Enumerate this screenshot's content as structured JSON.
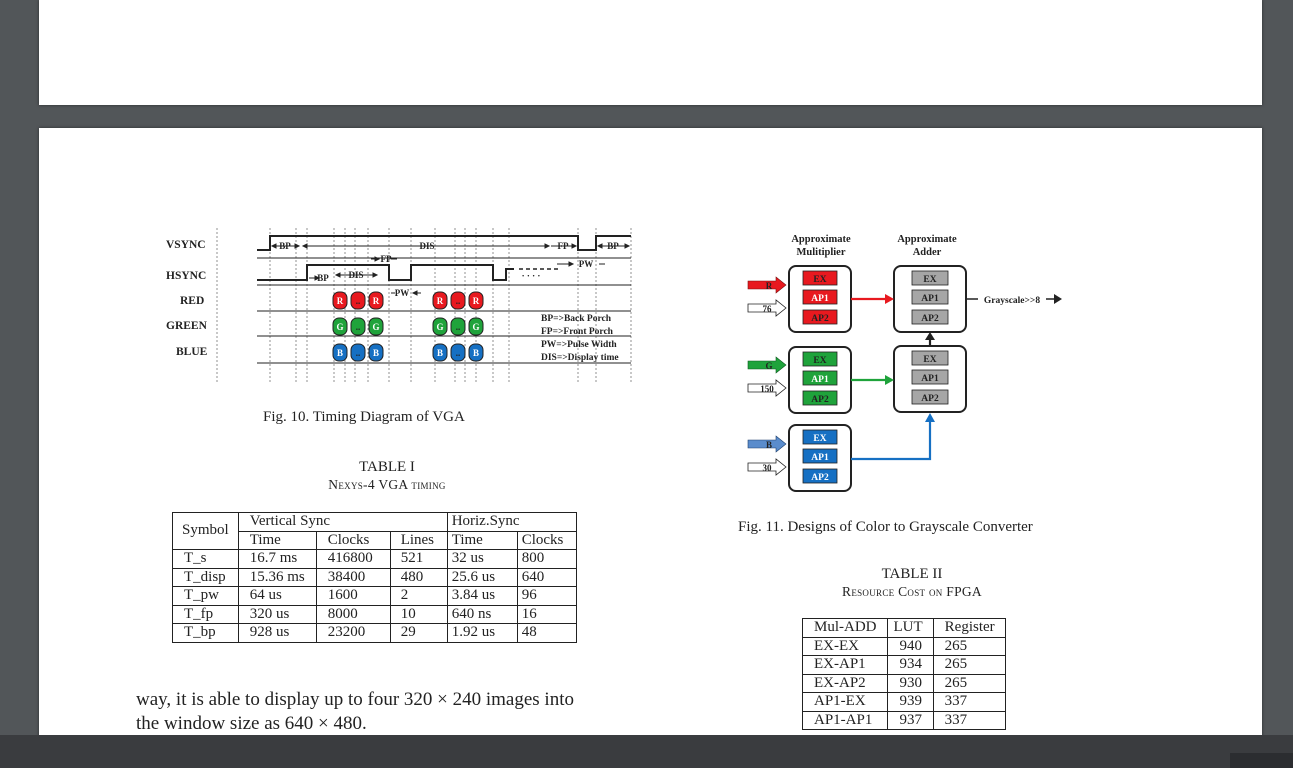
{
  "fig10": {
    "signals": [
      "VSYNC",
      "HSYNC",
      "RED",
      "GREEN",
      "BLUE"
    ],
    "annotations": {
      "bp": "BP",
      "dis": "DIS",
      "fp": "FP",
      "pw": "PW",
      "dots": "· · · ·"
    },
    "pixels": {
      "red": "R",
      "green": "G",
      "blue": "B",
      "gap": ".."
    },
    "legend": [
      "BP=>Back Porch",
      "FP=>Front Porch",
      "PW=>Pulse Width",
      "DIS=>Display time"
    ],
    "caption": "Fig. 10.  Timing Diagram of VGA",
    "colors": {
      "red": "#e8191f",
      "green": "#1fa33b",
      "blue": "#1670c3"
    }
  },
  "fig11": {
    "col_headers": [
      "Approximate Mulitiplier",
      "Approximate Adder"
    ],
    "inputs": [
      {
        "channel": "R",
        "constant": "76"
      },
      {
        "channel": "G",
        "constant": "150"
      },
      {
        "channel": "B",
        "constant": "30"
      }
    ],
    "modes": [
      "EX",
      "AP1",
      "AP2"
    ],
    "output": "Grayscale>>8",
    "caption": "Fig. 11.  Designs of Color to Grayscale Converter",
    "colors": {
      "red": "#e8191f",
      "green": "#1fa33b",
      "blue": "#1670c3",
      "gray": "#a6a6a6"
    }
  },
  "table1": {
    "title": "TABLE I",
    "subtitle": "Nexys-4 VGA timing",
    "symbol_header": "Symbol",
    "group_headers": [
      "Vertical Sync",
      "Horiz.Sync"
    ],
    "sub_headers": [
      "Time",
      "Clocks",
      "Lines",
      "Time",
      "Clocks"
    ],
    "rows": [
      [
        "T_s",
        "16.7 ms",
        "416800",
        "521",
        "32 us",
        "800"
      ],
      [
        "T_disp",
        "15.36 ms",
        "38400",
        "480",
        "25.6 us",
        "640"
      ],
      [
        "T_pw",
        "64 us",
        "1600",
        "2",
        "3.84 us",
        "96"
      ],
      [
        "T_fp",
        "320 us",
        "8000",
        "10",
        "640 ns",
        "16"
      ],
      [
        "T_bp",
        "928 us",
        "23200",
        "29",
        "1.92 us",
        "48"
      ]
    ]
  },
  "table2": {
    "title": "TABLE II",
    "subtitle": "Resource Cost on FPGA",
    "headers": [
      "Mul-ADD",
      "LUT",
      "Register"
    ],
    "rows": [
      [
        "EX-EX",
        "940",
        "265"
      ],
      [
        "EX-AP1",
        "934",
        "265"
      ],
      [
        "EX-AP2",
        "930",
        "265"
      ],
      [
        "AP1-EX",
        "939",
        "337"
      ],
      [
        "AP1-AP1",
        "937",
        "337"
      ]
    ]
  },
  "body": {
    "line1": "way, it is able to display up to four 320 × 240 images into",
    "line2": "the window size as 640 × 480."
  }
}
